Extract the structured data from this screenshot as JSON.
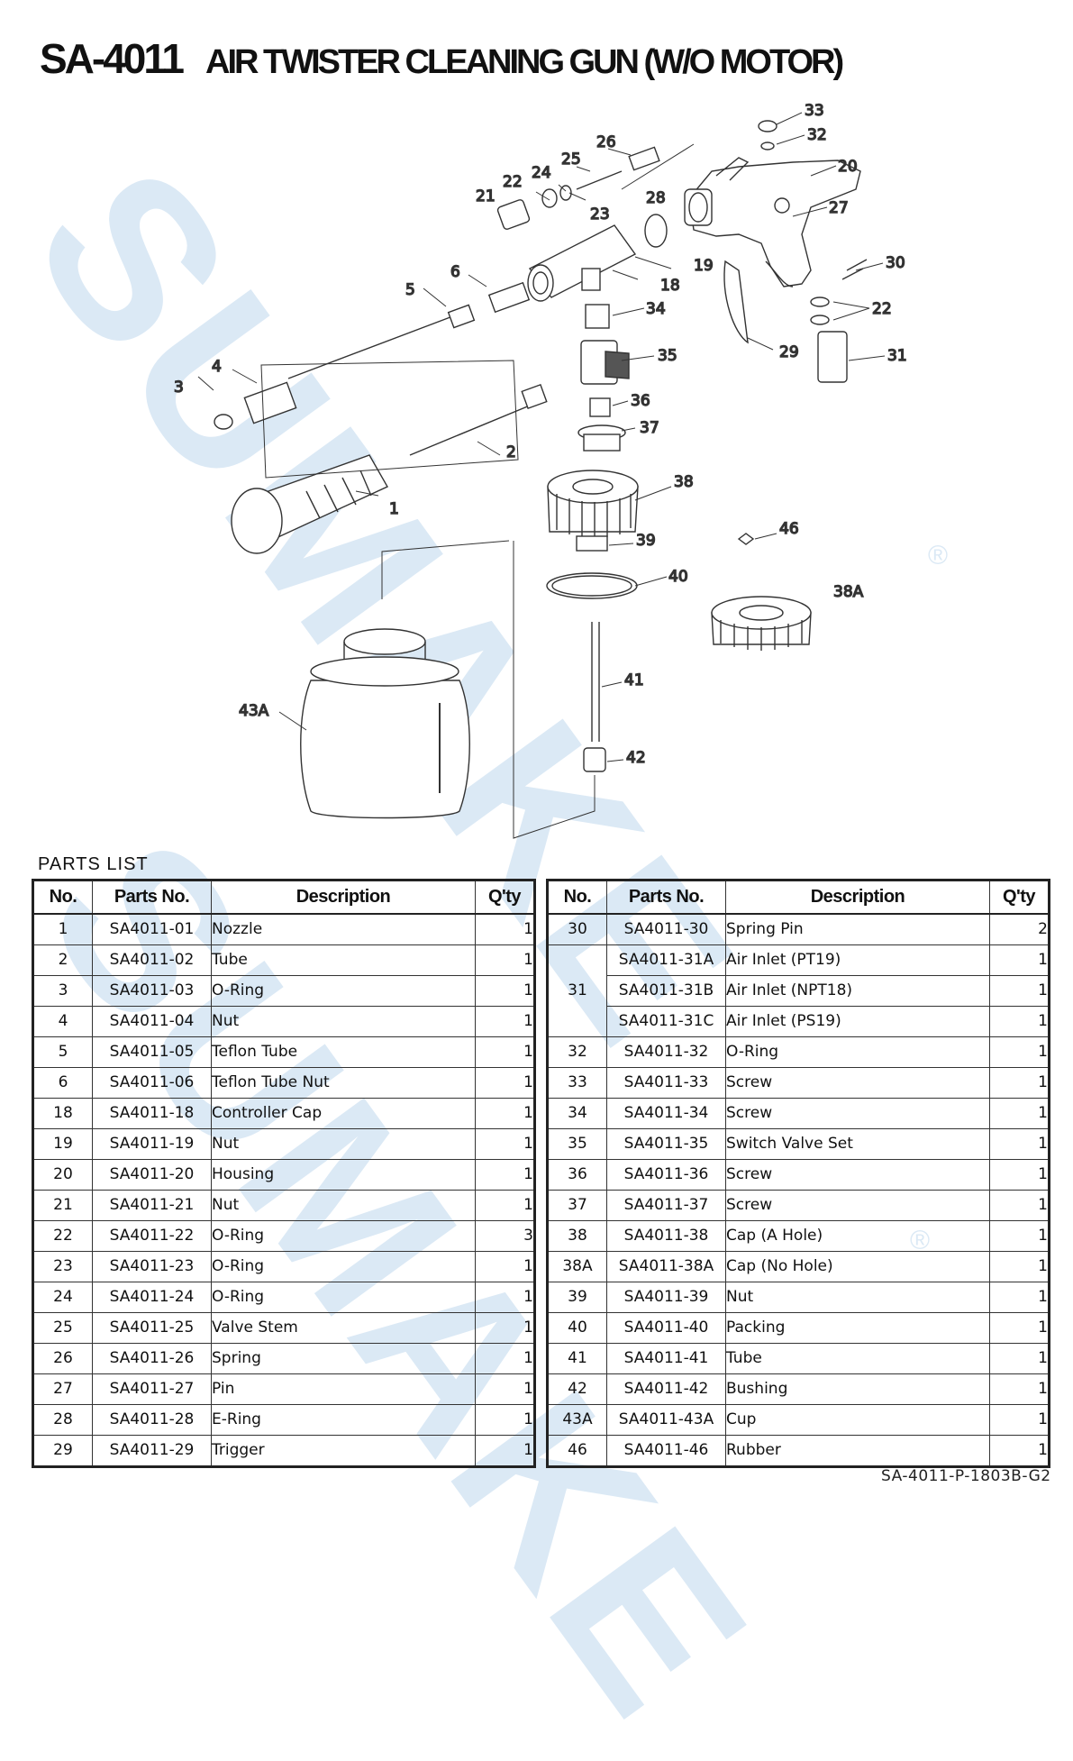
{
  "header": {
    "model": "SA-4011",
    "name": "AIR TWISTER CLEANING GUN (W/O MOTOR)"
  },
  "watermark": {
    "text": "SUMAKE",
    "color": "#dbe9f5"
  },
  "diagram": {
    "callouts": [
      "1",
      "2",
      "3",
      "4",
      "5",
      "6",
      "18",
      "19",
      "20",
      "21",
      "22",
      "22",
      "23",
      "24",
      "25",
      "26",
      "27",
      "28",
      "29",
      "30",
      "31",
      "32",
      "33",
      "34",
      "35",
      "36",
      "37",
      "38",
      "38A",
      "39",
      "40",
      "41",
      "42",
      "43A",
      "46"
    ]
  },
  "parts_list": {
    "heading": "PARTS LIST",
    "columns": {
      "no": "No.",
      "part": "Parts No.",
      "desc": "Description",
      "qty": "Q'ty"
    },
    "left": [
      {
        "no": "1",
        "part": "SA4011-01",
        "desc": "Nozzle",
        "qty": "1"
      },
      {
        "no": "2",
        "part": "SA4011-02",
        "desc": "Tube",
        "qty": "1"
      },
      {
        "no": "3",
        "part": "SA4011-03",
        "desc": "O-Ring",
        "qty": "1"
      },
      {
        "no": "4",
        "part": "SA4011-04",
        "desc": "Nut",
        "qty": "1"
      },
      {
        "no": "5",
        "part": "SA4011-05",
        "desc": "Teflon Tube",
        "qty": "1"
      },
      {
        "no": "6",
        "part": "SA4011-06",
        "desc": "Teflon Tube Nut",
        "qty": "1"
      },
      {
        "no": "18",
        "part": "SA4011-18",
        "desc": "Controller Cap",
        "qty": "1"
      },
      {
        "no": "19",
        "part": "SA4011-19",
        "desc": "Nut",
        "qty": "1"
      },
      {
        "no": "20",
        "part": "SA4011-20",
        "desc": "Housing",
        "qty": "1"
      },
      {
        "no": "21",
        "part": "SA4011-21",
        "desc": "Nut",
        "qty": "1"
      },
      {
        "no": "22",
        "part": "SA4011-22",
        "desc": "O-Ring",
        "qty": "3"
      },
      {
        "no": "23",
        "part": "SA4011-23",
        "desc": "O-Ring",
        "qty": "1"
      },
      {
        "no": "24",
        "part": "SA4011-24",
        "desc": "O-Ring",
        "qty": "1"
      },
      {
        "no": "25",
        "part": "SA4011-25",
        "desc": "Valve Stem",
        "qty": "1"
      },
      {
        "no": "26",
        "part": "SA4011-26",
        "desc": "Spring",
        "qty": "1"
      },
      {
        "no": "27",
        "part": "SA4011-27",
        "desc": "Pin",
        "qty": "1"
      },
      {
        "no": "28",
        "part": "SA4011-28",
        "desc": "E-Ring",
        "qty": "1"
      },
      {
        "no": "29",
        "part": "SA4011-29",
        "desc": "Trigger",
        "qty": "1"
      }
    ],
    "right": [
      {
        "no": "30",
        "part": "SA4011-30",
        "desc": "Spring Pin",
        "qty": "2"
      },
      {
        "no": "31",
        "part": "SA4011-31A",
        "desc": "Air Inlet (PT19)",
        "qty": "1"
      },
      {
        "no": "",
        "part": "SA4011-31B",
        "desc": "Air Inlet (NPT18)",
        "qty": "1"
      },
      {
        "no": "",
        "part": "SA4011-31C",
        "desc": "Air Inlet (PS19)",
        "qty": "1"
      },
      {
        "no": "32",
        "part": "SA4011-32",
        "desc": "O-Ring",
        "qty": "1"
      },
      {
        "no": "33",
        "part": "SA4011-33",
        "desc": "Screw",
        "qty": "1"
      },
      {
        "no": "34",
        "part": "SA4011-34",
        "desc": "Screw",
        "qty": "1"
      },
      {
        "no": "35",
        "part": "SA4011-35",
        "desc": "Switch Valve Set",
        "qty": "1"
      },
      {
        "no": "36",
        "part": "SA4011-36",
        "desc": "Screw",
        "qty": "1"
      },
      {
        "no": "37",
        "part": "SA4011-37",
        "desc": "Screw",
        "qty": "1"
      },
      {
        "no": "38",
        "part": "SA4011-38",
        "desc": "Cap (A Hole)",
        "qty": "1"
      },
      {
        "no": "38A",
        "part": "SA4011-38A",
        "desc": "Cap (No Hole)",
        "qty": "1"
      },
      {
        "no": "39",
        "part": "SA4011-39",
        "desc": "Nut",
        "qty": "1"
      },
      {
        "no": "40",
        "part": "SA4011-40",
        "desc": "Packing",
        "qty": "1"
      },
      {
        "no": "41",
        "part": "SA4011-41",
        "desc": "Tube",
        "qty": "1"
      },
      {
        "no": "42",
        "part": "SA4011-42",
        "desc": "Bushing",
        "qty": "1"
      },
      {
        "no": "43A",
        "part": "SA4011-43A",
        "desc": "Cup",
        "qty": "1"
      },
      {
        "no": "46",
        "part": "SA4011-46",
        "desc": "Rubber",
        "qty": "1"
      }
    ]
  },
  "footer": {
    "doc_code": "SA-4011-P-1803B-G2"
  }
}
